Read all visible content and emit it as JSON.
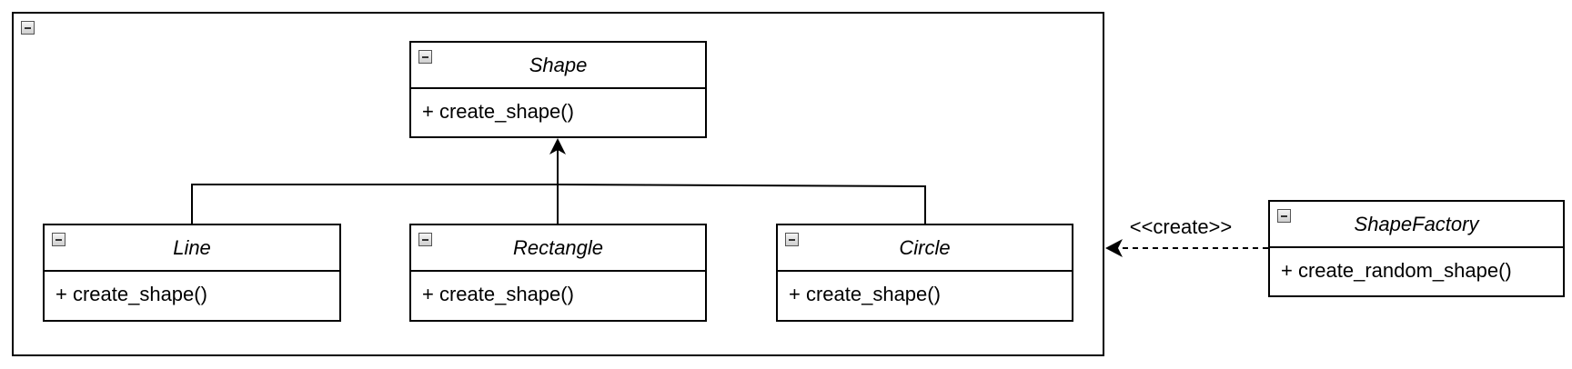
{
  "package": {
    "icon": "collapse-icon"
  },
  "classes": {
    "shape": {
      "name": "Shape",
      "method": "+ create_shape()",
      "icon": "collapse-icon"
    },
    "line": {
      "name": "Line",
      "method": "+ create_shape()",
      "icon": "collapse-icon"
    },
    "rectangle": {
      "name": "Rectangle",
      "method": "+ create_shape()",
      "icon": "collapse-icon"
    },
    "circle": {
      "name": "Circle",
      "method": "+ create_shape()",
      "icon": "collapse-icon"
    },
    "shape_factory": {
      "name": "ShapeFactory",
      "method": "+ create_random_shape()",
      "icon": "collapse-icon"
    }
  },
  "relations": {
    "inheritance": {
      "from": [
        "Line",
        "Rectangle",
        "Circle"
      ],
      "to": "Shape",
      "style": "solid",
      "arrow": "open-filled"
    },
    "dependency": {
      "from": "ShapeFactory",
      "to": "package",
      "style": "dashed",
      "label": "<<create>>"
    }
  }
}
